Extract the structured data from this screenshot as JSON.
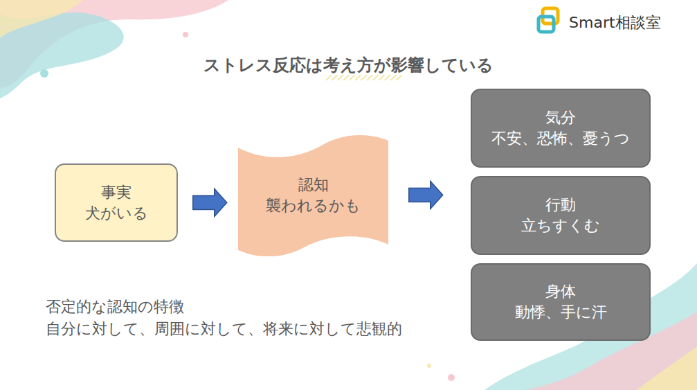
{
  "diagram": {
    "title": "ストレス反応は考え方が影響している",
    "nodes": [
      {
        "text": [
          "事実",
          "犬がいる"
        ]
      },
      {
        "text": [
          "認知",
          "襲われるかも"
        ]
      },
      {
        "text": [
          "気分",
          "不安、恐怖、憂うつ"
        ]
      },
      {
        "text": [
          "行動",
          "立ちすくむ"
        ]
      },
      {
        "text": [
          "身体",
          "動悸、手に汗"
        ]
      }
    ],
    "edges": [
      {
        "from": 0,
        "to": 1,
        "arrow": "to"
      },
      {
        "from": 1,
        "to": 3,
        "arrow": "to"
      }
    ],
    "labels": [
      "Smart相談室",
      "否定的な認知の特徴",
      "自分に対して、周囲に対して、将来に対して悲観的"
    ]
  }
}
